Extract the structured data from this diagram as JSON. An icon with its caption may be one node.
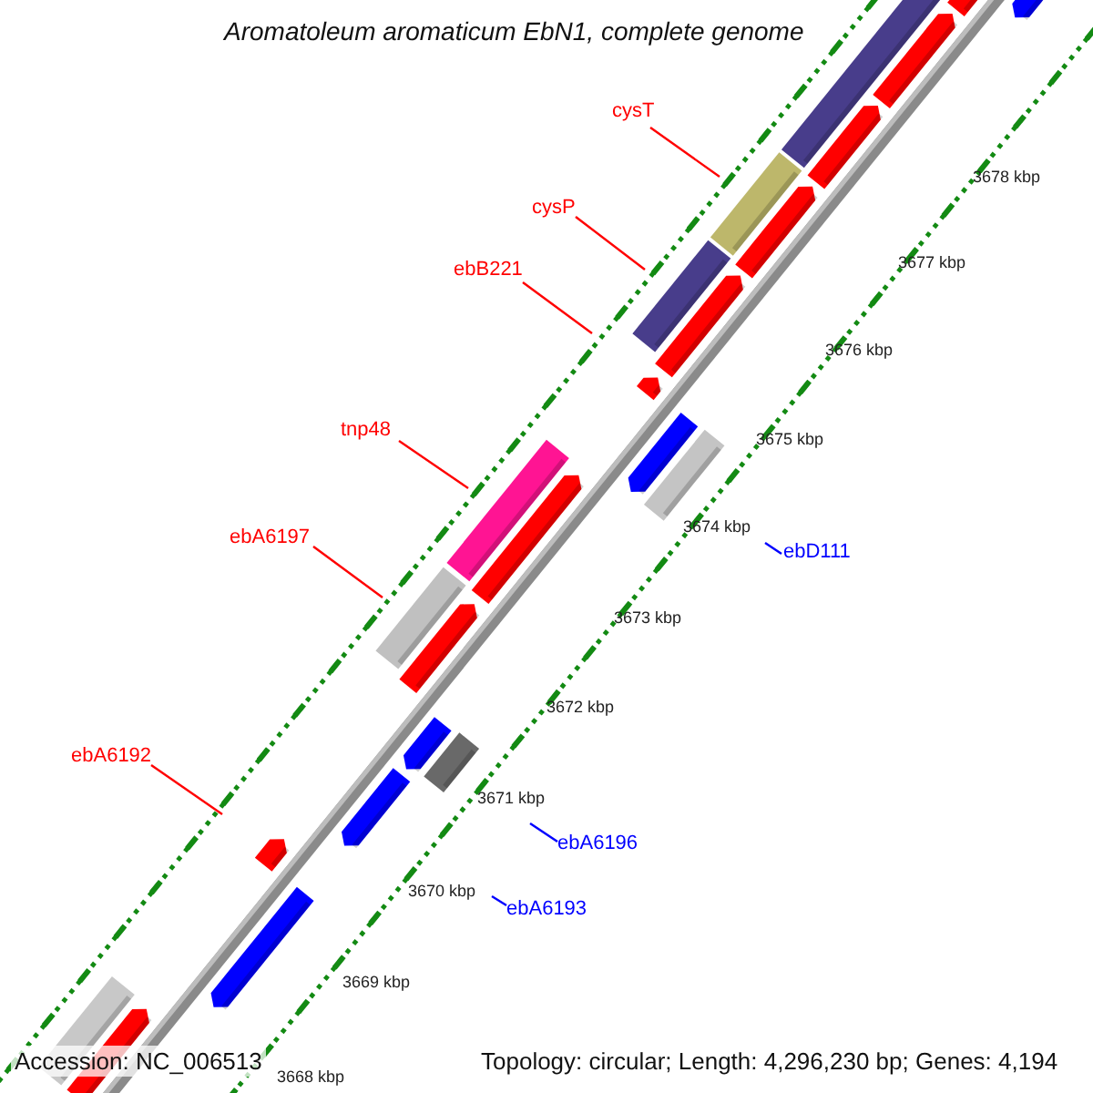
{
  "diagram": {
    "title": "Aromatoleum aromaticum EbN1, complete genome",
    "nodes": [
      {
        "text": [
          "cysT"
        ]
      },
      {
        "text": [
          "cysP"
        ]
      },
      {
        "text": [
          "ebB221"
        ]
      },
      {
        "text": [
          "tnp48"
        ]
      },
      {
        "text": [
          "ebA6197"
        ]
      },
      {
        "text": [
          "ebD111"
        ]
      },
      {
        "text": [
          "ebA6192"
        ]
      },
      {
        "text": [
          "ebA6196"
        ]
      },
      {
        "text": [
          "ebA6193"
        ]
      }
    ],
    "edges": [
      {
        "from": 0,
        "to": null,
        "arrow": "none"
      },
      {
        "from": 1,
        "to": null,
        "arrow": "none"
      },
      {
        "from": 2,
        "to": null,
        "arrow": "none"
      },
      {
        "from": 3,
        "to": null,
        "arrow": "none"
      },
      {
        "from": 4,
        "to": null,
        "arrow": "none"
      },
      {
        "from": 5,
        "to": null,
        "arrow": "none",
        "color": "#0000ff"
      },
      {
        "from": 6,
        "to": null,
        "arrow": "none"
      },
      {
        "from": 7,
        "to": null,
        "arrow": "none",
        "color": "#0000ff"
      },
      {
        "from": 8,
        "to": null,
        "arrow": "none",
        "color": "#0000ff"
      }
    ],
    "labels": [
      "3678 kbp",
      "3677 kbp",
      "3676 kbp",
      "3675 kbp",
      "3674 kbp",
      "3673 kbp",
      "3672 kbp",
      "3671 kbp",
      "3670 kbp",
      "3669 kbp",
      "3668 kbp",
      "Accession: NC_006513",
      "Topology: circular; Length: 4,296,230 bp; Genes: 4,194"
    ]
  }
}
